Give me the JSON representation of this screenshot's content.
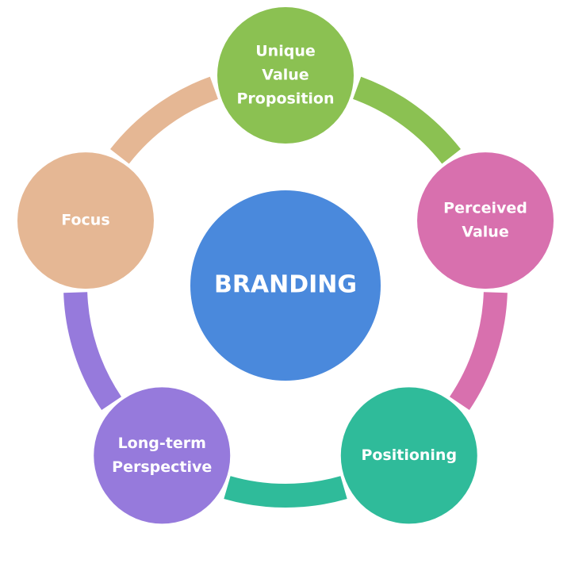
{
  "center": {
    "label": "BRANDING",
    "color": "#4A89DC"
  },
  "nodes": [
    {
      "lines": [
        "Unique",
        "Value",
        "Proposition"
      ],
      "color": "#8BC152",
      "arc_color": "#8BC152"
    },
    {
      "lines": [
        "Perceived",
        "Value"
      ],
      "color": "#D870AE",
      "arc_color": "#D870AE"
    },
    {
      "lines": [
        "Positioning"
      ],
      "color": "#2FBB9A",
      "arc_color": "#2FBB9A"
    },
    {
      "lines": [
        "Long-term",
        "Perspective"
      ],
      "color": "#967ADC",
      "arc_color": "#967ADC"
    },
    {
      "lines": [
        "Focus"
      ],
      "color": "#E5B794",
      "arc_color": "#E5B794"
    }
  ]
}
